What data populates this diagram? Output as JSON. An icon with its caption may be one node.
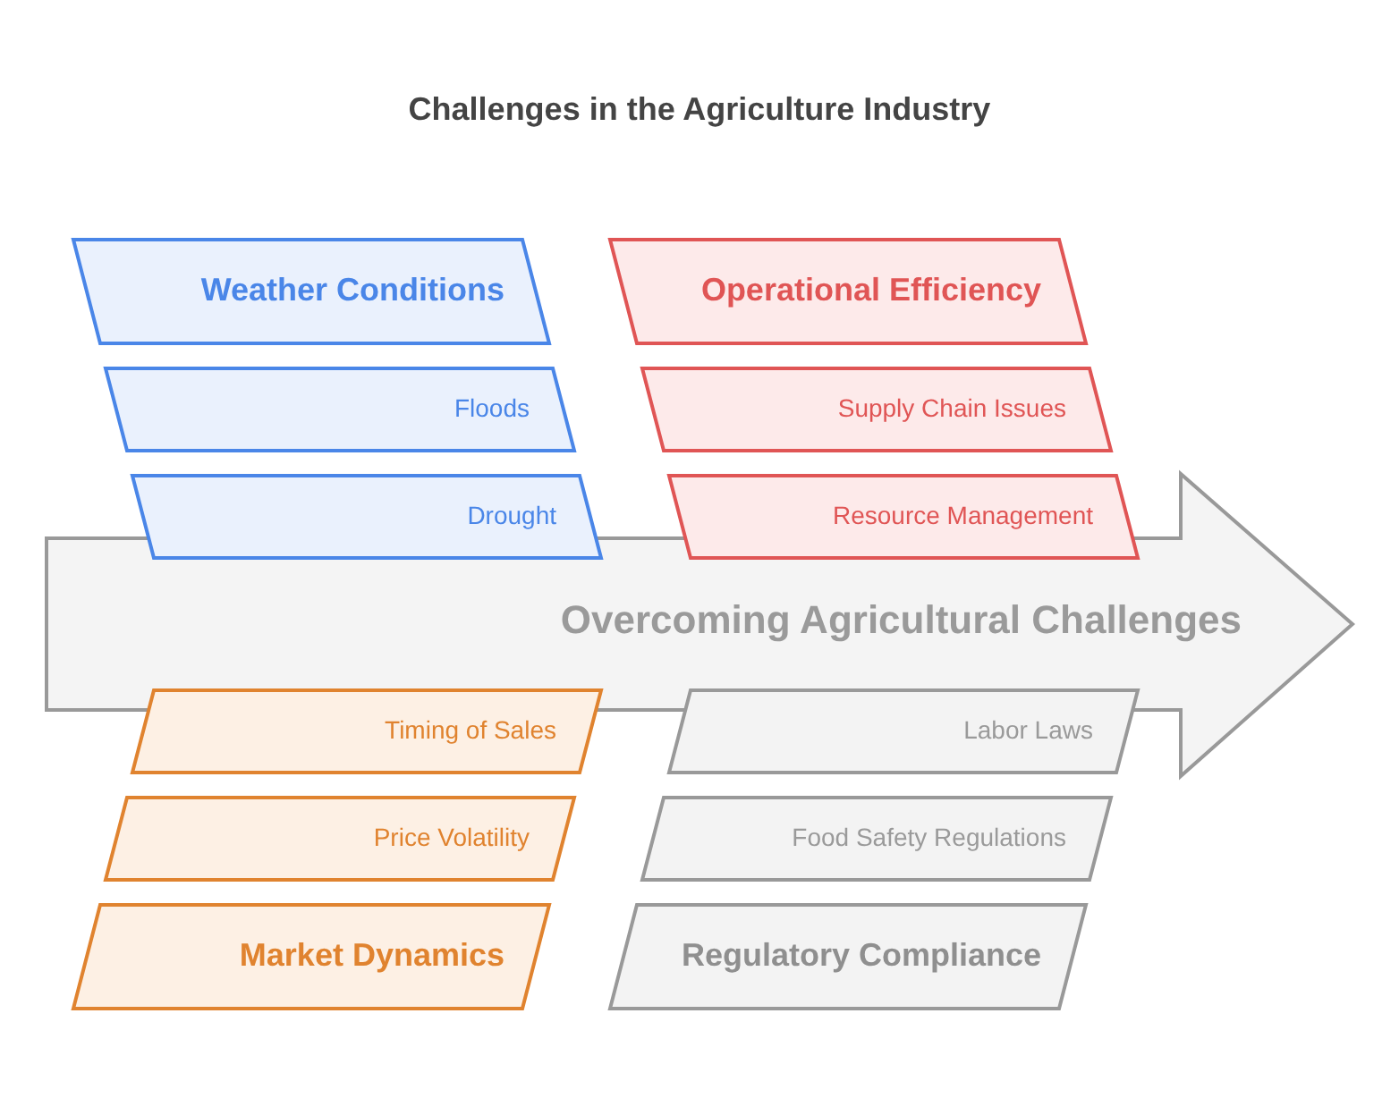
{
  "diagram": {
    "title": "Challenges in the Agriculture Industry",
    "nodes": [
      {
        "text": [
          "Weather Conditions"
        ]
      },
      {
        "text": [
          "Floods"
        ]
      },
      {
        "text": [
          "Drought"
        ]
      },
      {
        "text": [
          "Operational Efficiency"
        ]
      },
      {
        "text": [
          "Supply Chain Issues"
        ]
      },
      {
        "text": [
          "Resource Management"
        ]
      },
      {
        "text": [
          "Overcoming Agricultural Challenges"
        ]
      },
      {
        "text": [
          "Timing of Sales"
        ]
      },
      {
        "text": [
          "Price Volatility"
        ]
      },
      {
        "text": [
          "Market Dynamics"
        ]
      },
      {
        "text": [
          "Labor Laws"
        ]
      },
      {
        "text": [
          "Food Safety Regulations"
        ]
      },
      {
        "text": [
          "Regulatory Compliance"
        ]
      }
    ]
  }
}
